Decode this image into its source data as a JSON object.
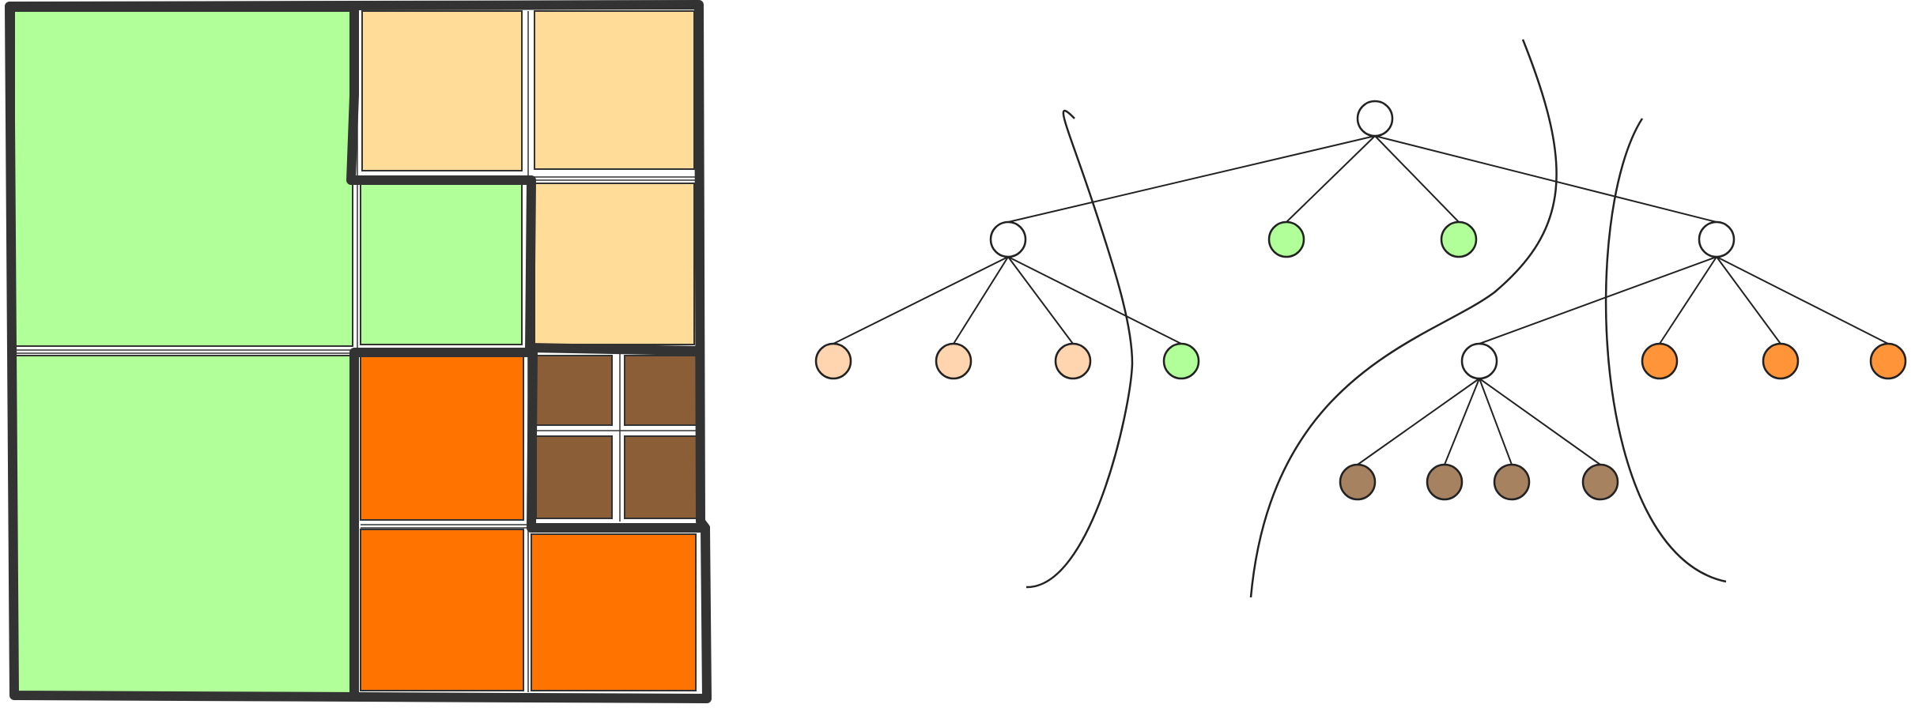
{
  "colors": {
    "green": "#b1ff99",
    "peach": "#ffdd99",
    "orange": "#ff7400",
    "brown": "#8b5e38",
    "outline": "#333333",
    "node_white": "#ffffff",
    "node_light_peach": "#ffd5b0",
    "node_light_green": "#b1ff99",
    "node_orange": "#ff9438",
    "node_brown": "#a68261"
  },
  "treemap": {
    "cells": [
      {
        "id": "green-large-top",
        "color": "green"
      },
      {
        "id": "green-large-bottom",
        "color": "green"
      },
      {
        "id": "peach-1",
        "color": "peach"
      },
      {
        "id": "peach-2",
        "color": "peach"
      },
      {
        "id": "green-small",
        "color": "green"
      },
      {
        "id": "peach-3",
        "color": "peach"
      },
      {
        "id": "orange-1",
        "color": "orange"
      },
      {
        "id": "orange-2",
        "color": "orange"
      },
      {
        "id": "orange-3",
        "color": "orange"
      },
      {
        "id": "brown-1",
        "color": "brown"
      },
      {
        "id": "brown-2",
        "color": "brown"
      },
      {
        "id": "brown-3",
        "color": "brown"
      },
      {
        "id": "brown-4",
        "color": "brown"
      }
    ]
  },
  "tree": {
    "nodes": [
      {
        "id": "root",
        "fill": "node_white"
      },
      {
        "id": "a",
        "fill": "node_white"
      },
      {
        "id": "b",
        "fill": "node_light_green"
      },
      {
        "id": "c",
        "fill": "node_light_green"
      },
      {
        "id": "d",
        "fill": "node_white"
      },
      {
        "id": "a1",
        "fill": "node_light_peach"
      },
      {
        "id": "a2",
        "fill": "node_light_peach"
      },
      {
        "id": "a3",
        "fill": "node_light_peach"
      },
      {
        "id": "a4",
        "fill": "node_light_green"
      },
      {
        "id": "d1",
        "fill": "node_white"
      },
      {
        "id": "d2",
        "fill": "node_orange"
      },
      {
        "id": "d3",
        "fill": "node_orange"
      },
      {
        "id": "d4",
        "fill": "node_orange"
      },
      {
        "id": "d1a",
        "fill": "node_brown"
      },
      {
        "id": "d1b",
        "fill": "node_brown"
      },
      {
        "id": "d1c",
        "fill": "node_brown"
      },
      {
        "id": "d1d",
        "fill": "node_brown"
      }
    ],
    "edges": [
      [
        "root",
        "a"
      ],
      [
        "root",
        "b"
      ],
      [
        "root",
        "c"
      ],
      [
        "root",
        "d"
      ],
      [
        "a",
        "a1"
      ],
      [
        "a",
        "a2"
      ],
      [
        "a",
        "a3"
      ],
      [
        "a",
        "a4"
      ],
      [
        "d",
        "d1"
      ],
      [
        "d",
        "d2"
      ],
      [
        "d",
        "d3"
      ],
      [
        "d",
        "d4"
      ],
      [
        "d1",
        "d1a"
      ],
      [
        "d1",
        "d1b"
      ],
      [
        "d1",
        "d1c"
      ],
      [
        "d1",
        "d1d"
      ]
    ]
  }
}
